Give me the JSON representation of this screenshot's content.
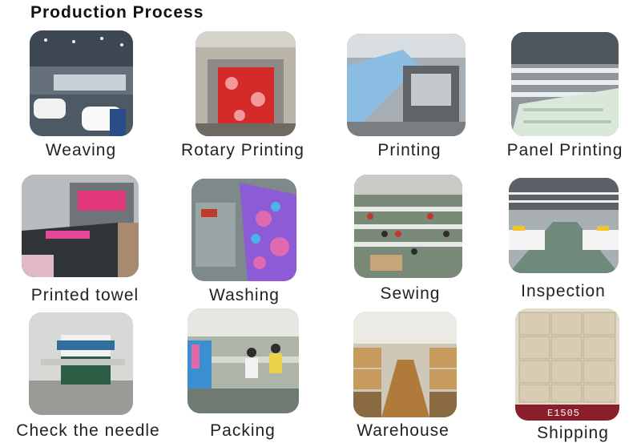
{
  "page": {
    "title": "Production Process"
  },
  "steps": [
    {
      "label": "Weaving",
      "scene": "factory-weaving-machines"
    },
    {
      "label": "Rotary Printing",
      "scene": "rotary-printing-machine"
    },
    {
      "label": "Printing",
      "scene": "printing-machine"
    },
    {
      "label": "Panel Printing",
      "scene": "panel-printing-tables"
    },
    {
      "label": "Printed towel",
      "scene": "printed-towel-conveyor"
    },
    {
      "label": "Washing",
      "scene": "washing-hanging-fabric"
    },
    {
      "label": "Sewing",
      "scene": "sewing-workshop"
    },
    {
      "label": "Inspection",
      "scene": "inspection-hall"
    },
    {
      "label": "Check the needle",
      "scene": "needle-detector-machine"
    },
    {
      "label": "Packing",
      "scene": "packing-workers"
    },
    {
      "label": "Warehouse",
      "scene": "warehouse-boxes"
    },
    {
      "label": "Shipping",
      "scene": "shipping-container-boxes",
      "overlay_text": "E1505"
    }
  ]
}
